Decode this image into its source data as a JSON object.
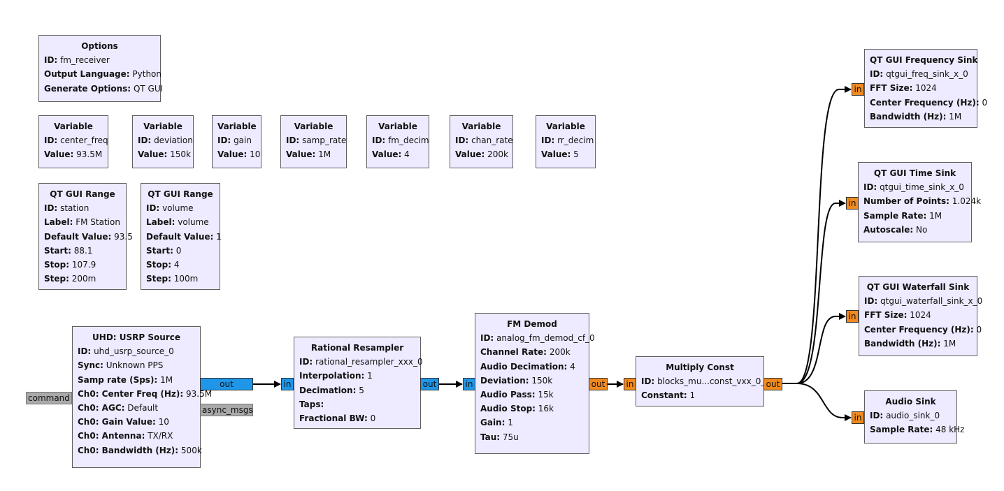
{
  "blocks": {
    "options": {
      "title": "Options",
      "params": [
        {
          "k": "ID:",
          "v": "fm_receiver"
        },
        {
          "k": "Output Language:",
          "v": "Python"
        },
        {
          "k": "Generate Options:",
          "v": "QT GUI"
        }
      ]
    },
    "var_center_freq": {
      "title": "Variable",
      "params": [
        {
          "k": "ID:",
          "v": "center_freq"
        },
        {
          "k": "Value:",
          "v": "93.5M"
        }
      ]
    },
    "var_deviation": {
      "title": "Variable",
      "params": [
        {
          "k": "ID:",
          "v": "deviation"
        },
        {
          "k": "Value:",
          "v": "150k"
        }
      ]
    },
    "var_gain": {
      "title": "Variable",
      "params": [
        {
          "k": "ID:",
          "v": "gain"
        },
        {
          "k": "Value:",
          "v": "10"
        }
      ]
    },
    "var_samp_rate": {
      "title": "Variable",
      "params": [
        {
          "k": "ID:",
          "v": "samp_rate"
        },
        {
          "k": "Value:",
          "v": "1M"
        }
      ]
    },
    "var_fm_decim": {
      "title": "Variable",
      "params": [
        {
          "k": "ID:",
          "v": "fm_decim"
        },
        {
          "k": "Value:",
          "v": "4"
        }
      ]
    },
    "var_chan_rate": {
      "title": "Variable",
      "params": [
        {
          "k": "ID:",
          "v": "chan_rate"
        },
        {
          "k": "Value:",
          "v": "200k"
        }
      ]
    },
    "var_rr_decim": {
      "title": "Variable",
      "params": [
        {
          "k": "ID:",
          "v": "rr_decim"
        },
        {
          "k": "Value:",
          "v": "5"
        }
      ]
    },
    "range_station": {
      "title": "QT GUI Range",
      "params": [
        {
          "k": "ID:",
          "v": "station"
        },
        {
          "k": "Label:",
          "v": "FM Station"
        },
        {
          "k": "Default Value:",
          "v": "93.5"
        },
        {
          "k": "Start:",
          "v": "88.1"
        },
        {
          "k": "Stop:",
          "v": "107.9"
        },
        {
          "k": "Step:",
          "v": "200m"
        }
      ]
    },
    "range_volume": {
      "title": "QT GUI Range",
      "params": [
        {
          "k": "ID:",
          "v": "volume"
        },
        {
          "k": "Label:",
          "v": "volume"
        },
        {
          "k": "Default Value:",
          "v": "1"
        },
        {
          "k": "Start:",
          "v": "0"
        },
        {
          "k": "Stop:",
          "v": "4"
        },
        {
          "k": "Step:",
          "v": "100m"
        }
      ]
    },
    "usrp_source": {
      "title": "UHD: USRP Source",
      "params": [
        {
          "k": "ID:",
          "v": "uhd_usrp_source_0"
        },
        {
          "k": "Sync:",
          "v": "Unknown PPS"
        },
        {
          "k": "Samp rate (Sps):",
          "v": "1M"
        },
        {
          "k": "Ch0: Center Freq (Hz):",
          "v": "93.5M"
        },
        {
          "k": "Ch0: AGC:",
          "v": "Default"
        },
        {
          "k": "Ch0: Gain Value:",
          "v": "10"
        },
        {
          "k": "Ch0: Antenna:",
          "v": "TX/RX"
        },
        {
          "k": "Ch0: Bandwidth (Hz):",
          "v": "500k"
        }
      ]
    },
    "rational_resampler": {
      "title": "Rational Resampler",
      "params": [
        {
          "k": "ID:",
          "v": "rational_resampler_xxx_0"
        },
        {
          "k": "Interpolation:",
          "v": "1"
        },
        {
          "k": "Decimation:",
          "v": "5"
        },
        {
          "k": "Taps:",
          "v": ""
        },
        {
          "k": "Fractional BW:",
          "v": "0"
        }
      ]
    },
    "fm_demod": {
      "title": "FM Demod",
      "params": [
        {
          "k": "ID:",
          "v": "analog_fm_demod_cf_0"
        },
        {
          "k": "Channel Rate:",
          "v": "200k"
        },
        {
          "k": "Audio Decimation:",
          "v": "4"
        },
        {
          "k": "Deviation:",
          "v": "150k"
        },
        {
          "k": "Audio Pass:",
          "v": "15k"
        },
        {
          "k": "Audio Stop:",
          "v": "16k"
        },
        {
          "k": "Gain:",
          "v": "1"
        },
        {
          "k": "Tau:",
          "v": "75u"
        }
      ]
    },
    "multiply_const": {
      "title": "Multiply Const",
      "params": [
        {
          "k": "ID:",
          "v": "blocks_mu...const_vxx_0_0"
        },
        {
          "k": "Constant:",
          "v": "1"
        }
      ]
    },
    "freq_sink": {
      "title": "QT GUI Frequency Sink",
      "params": [
        {
          "k": "ID:",
          "v": "qtgui_freq_sink_x_0"
        },
        {
          "k": "FFT Size:",
          "v": "1024"
        },
        {
          "k": "Center Frequency (Hz):",
          "v": "0"
        },
        {
          "k": "Bandwidth (Hz):",
          "v": "1M"
        }
      ]
    },
    "time_sink": {
      "title": "QT GUI Time Sink",
      "params": [
        {
          "k": "ID:",
          "v": "qtgui_time_sink_x_0"
        },
        {
          "k": "Number of Points:",
          "v": "1.024k"
        },
        {
          "k": "Sample Rate:",
          "v": "1M"
        },
        {
          "k": "Autoscale:",
          "v": "No"
        }
      ]
    },
    "waterfall_sink": {
      "title": "QT GUI Waterfall Sink",
      "params": [
        {
          "k": "ID:",
          "v": "qtgui_waterfall_sink_x_0"
        },
        {
          "k": "FFT Size:",
          "v": "1024"
        },
        {
          "k": "Center Frequency (Hz):",
          "v": "0"
        },
        {
          "k": "Bandwidth (Hz):",
          "v": "1M"
        }
      ]
    },
    "audio_sink": {
      "title": "Audio Sink",
      "params": [
        {
          "k": "ID:",
          "v": "audio_sink_0"
        },
        {
          "k": "Sample Rate:",
          "v": "48 kHz"
        }
      ]
    }
  },
  "ports": {
    "usrp_command": "command",
    "usrp_out": "out",
    "usrp_async": "async_msgs",
    "rr_in": "in",
    "rr_out": "out",
    "demod_in": "in",
    "demod_out": "out",
    "mult_in": "in",
    "mult_out": "out",
    "freq_in": "in",
    "time_in": "in",
    "waterfall_in": "in",
    "audio_in": "in"
  },
  "colors": {
    "block_bg": "#eeeaff",
    "complex_port": "#1f96e8",
    "float_port": "#f08a1e",
    "message_port": "#a9a9a9"
  }
}
